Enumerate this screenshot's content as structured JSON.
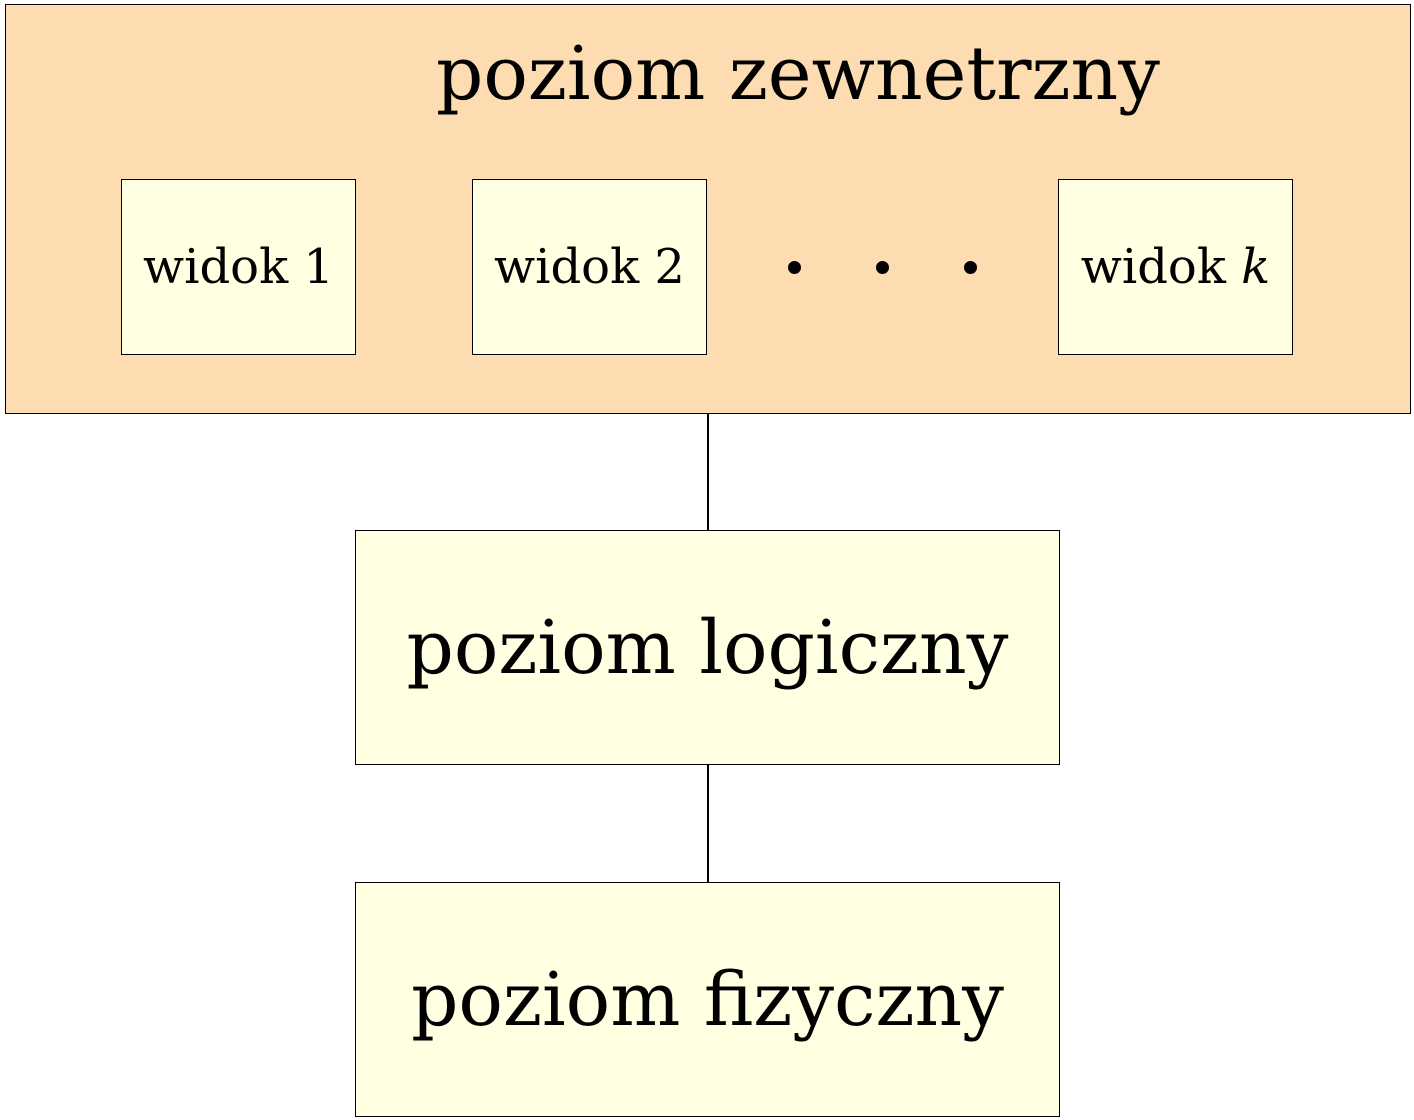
{
  "external_level": {
    "title": "poziom zewnetrzny",
    "views": [
      {
        "label": "widok 1"
      },
      {
        "label": "widok 2"
      },
      {
        "label_prefix": "widok ",
        "label_variable": "k"
      }
    ],
    "ellipsis": "· · ·"
  },
  "logical_level": {
    "title": "poziom logiczny"
  },
  "physical_level": {
    "title": "poziom fizyczny"
  },
  "colors": {
    "external_fill": "#fddcb2",
    "box_fill": "#ffffe2",
    "stroke": "#000000"
  }
}
